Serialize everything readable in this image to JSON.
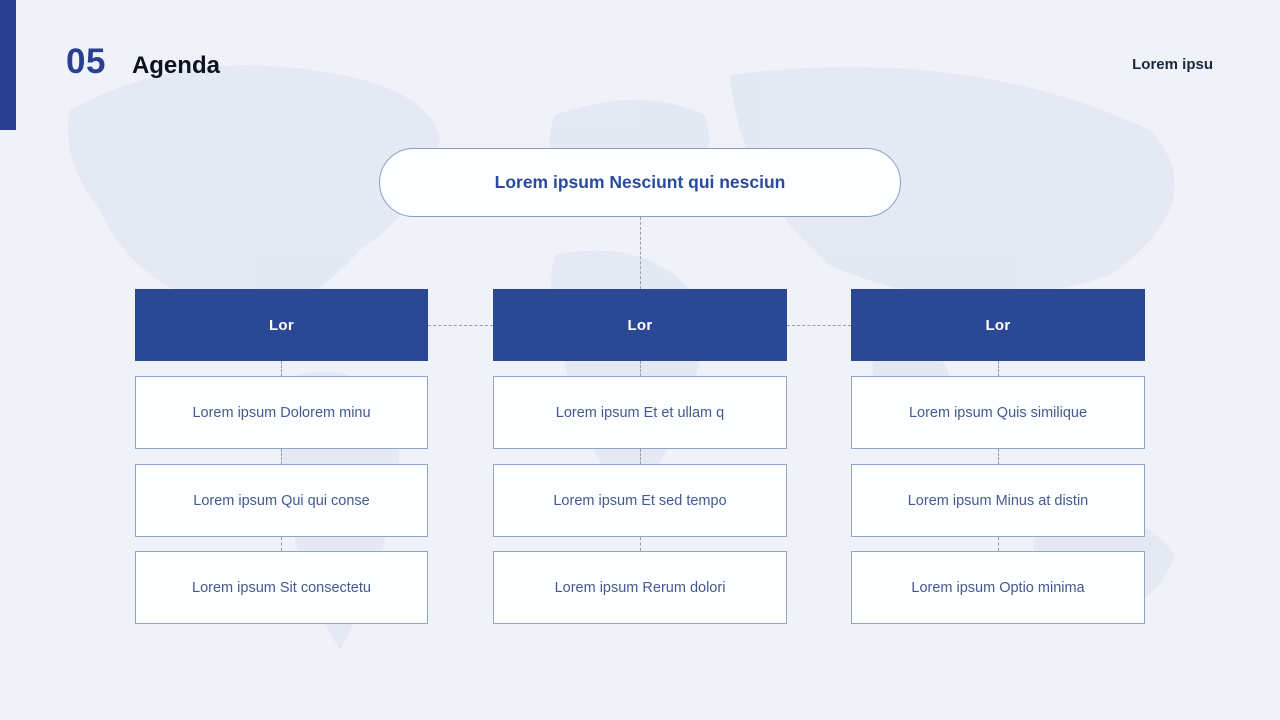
{
  "header": {
    "number": "05",
    "title": "Agenda",
    "right_text": "Lorem ipsu"
  },
  "diagram": {
    "root_label": "Lorem ipsum Nesciunt qui nesciun",
    "columns": [
      {
        "header": "Lor",
        "items": [
          "Lorem ipsum Dolorem minu",
          "Lorem ipsum Qui qui conse",
          "Lorem ipsum Sit consectetu"
        ]
      },
      {
        "header": "Lor",
        "items": [
          "Lorem ipsum Et et ullam q",
          "Lorem ipsum Et sed tempo",
          "Lorem ipsum Rerum dolori"
        ]
      },
      {
        "header": "Lor",
        "items": [
          "Lorem ipsum Quis similique",
          "Lorem ipsum Minus at distin",
          "Lorem ipsum Optio minima"
        ]
      }
    ]
  },
  "colors": {
    "accent_bar": "#2b3f92",
    "column_header_bg": "#2a4894",
    "root_text": "#2a4a9e",
    "node_text": "#44598f",
    "node_border": "#93a3c6",
    "background": "#eff2f8",
    "connector": "#939cb2"
  }
}
